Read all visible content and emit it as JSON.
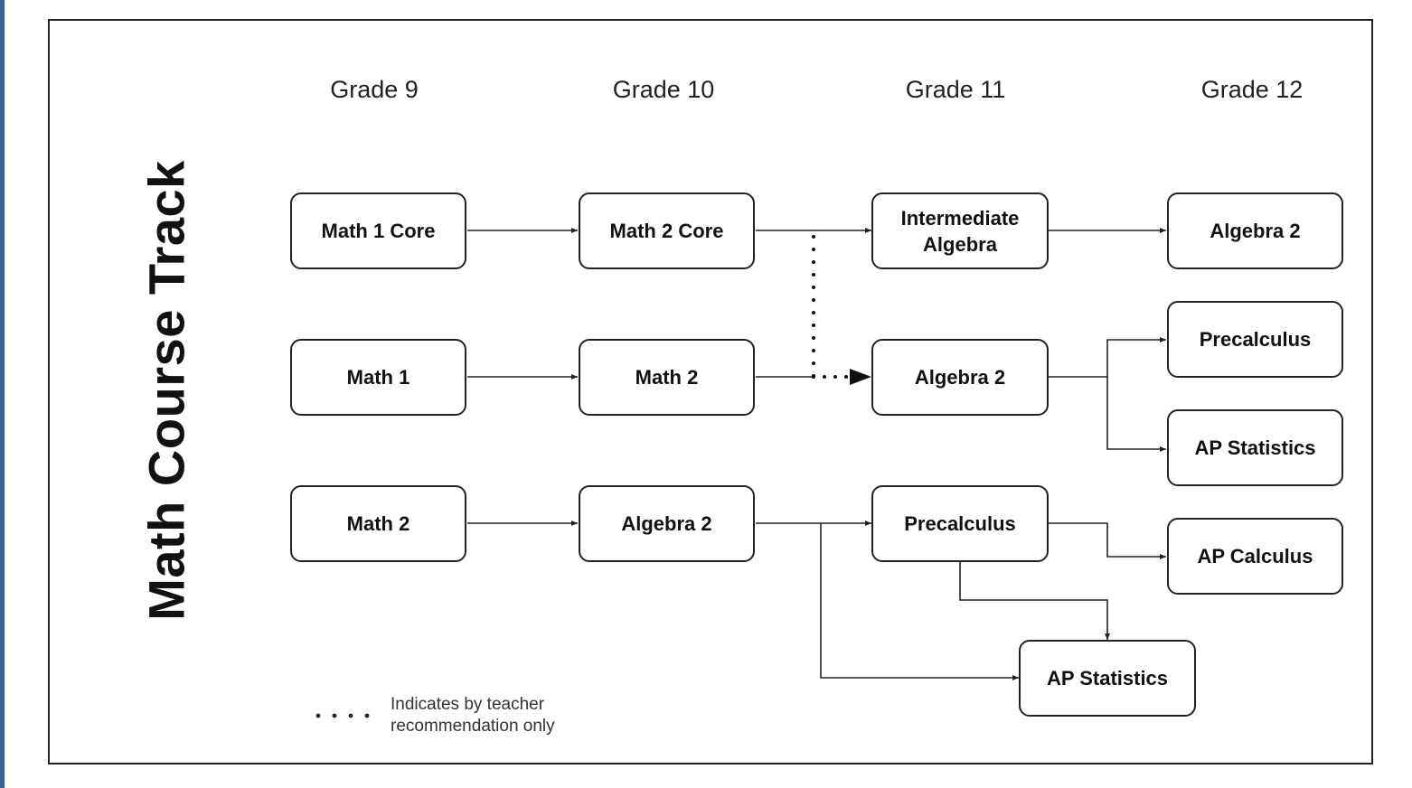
{
  "title": "Math Course Track",
  "grades": [
    "Grade 9",
    "Grade 10",
    "Grade 11",
    "Grade 12"
  ],
  "boxes": {
    "math1_core": "Math 1 Core",
    "math2_core": "Math 2 Core",
    "intermediate_algebra": "Intermediate Algebra",
    "algebra2_top": "Algebra 2",
    "math1": "Math 1",
    "math2_mid": "Math 2",
    "algebra2_mid": "Algebra 2",
    "precalculus_g12": "Precalculus",
    "ap_statistics_g12": "AP Statistics",
    "math2_bottom": "Math 2",
    "algebra2_bottom": "Algebra 2",
    "precalculus_g11": "Precalculus",
    "ap_calculus": "AP Calculus",
    "ap_statistics_bottom": "AP Statistics"
  },
  "legend": {
    "text": "Indicates by teacher recommendation only",
    "line_style": "dotted"
  },
  "colors": {
    "stroke": "#222222",
    "left_strip": "#3b5f8f"
  }
}
